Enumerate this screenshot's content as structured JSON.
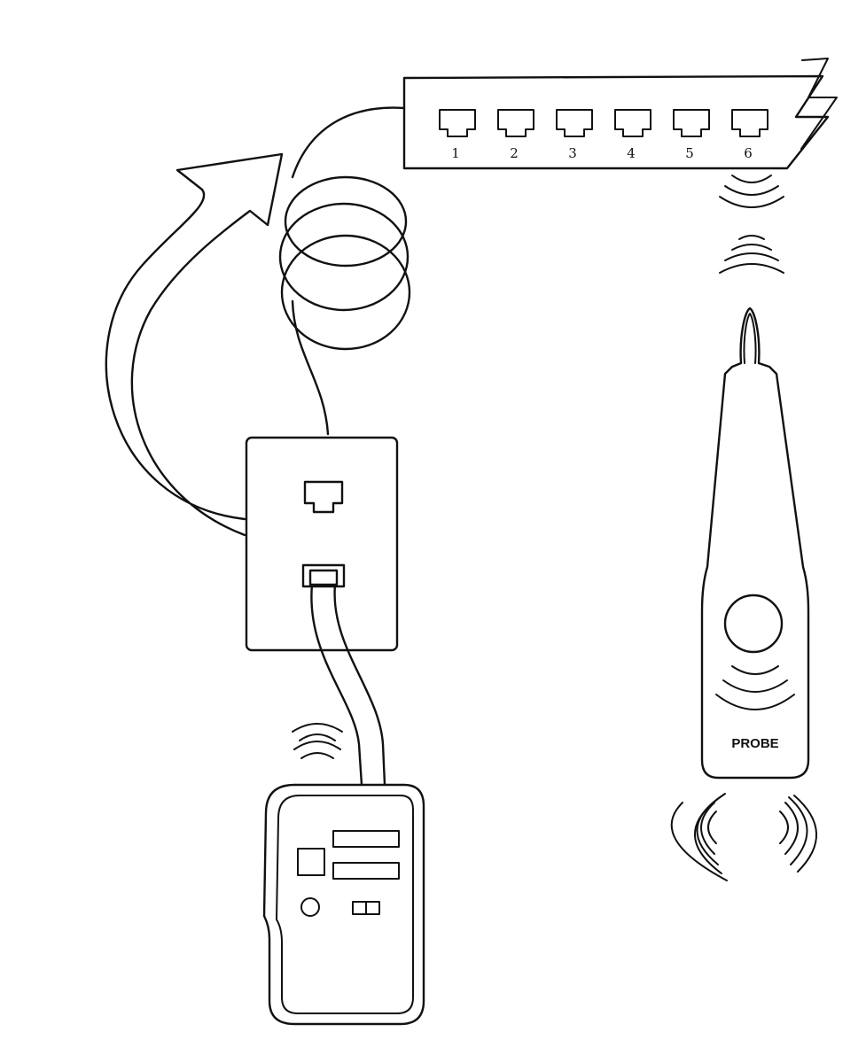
{
  "patch_panel": {
    "ports": [
      "1",
      "2",
      "3",
      "4",
      "5",
      "6"
    ]
  },
  "probe": {
    "label": "PROBE"
  },
  "colors": {
    "line": "#111111",
    "background": "#ffffff"
  }
}
